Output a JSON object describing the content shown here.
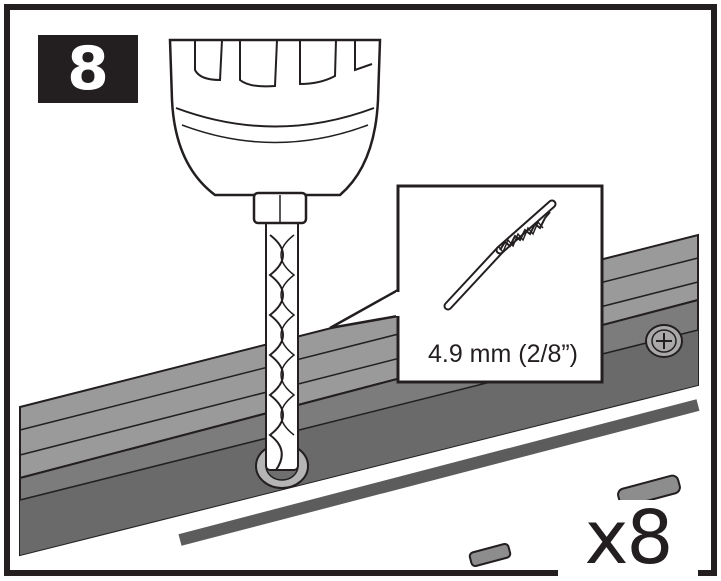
{
  "step": {
    "number": "8"
  },
  "callout": {
    "drill_bit_size": "4.9 mm (2/8”)"
  },
  "quantity": {
    "label": "x8"
  },
  "colors": {
    "ink": "#231f20",
    "rail_top": "#9a9a9a",
    "rail_face": "#7c7c7c",
    "rail_dark": "#5c5c5c",
    "drill_body": "#ffffff"
  },
  "icons": [
    "drill-icon",
    "drill-bit-icon",
    "screw-icon",
    "step-badge"
  ]
}
